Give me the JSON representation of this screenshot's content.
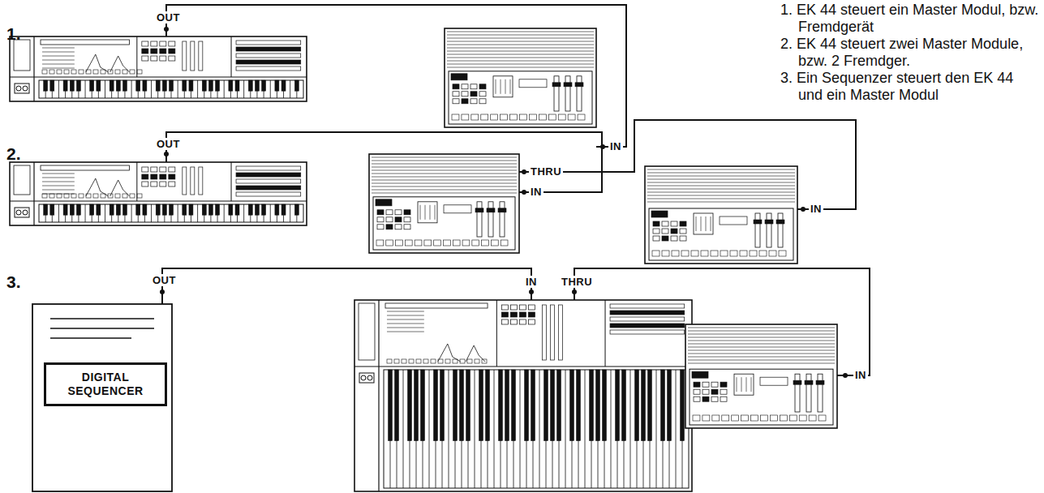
{
  "diagram": {
    "nodes": [
      {
        "text": [
          "OUT"
        ]
      },
      {
        "text": [
          "IN"
        ]
      },
      {
        "text": [
          "OUT"
        ]
      },
      {
        "text": [
          "THRU",
          "IN"
        ]
      },
      {
        "text": [
          "IN"
        ]
      },
      {
        "text": [
          "OUT"
        ]
      },
      {
        "text": [
          "DIGITAL SEQUENCER"
        ],
        "in": 5
      },
      {
        "text": [
          "IN",
          "THRU"
        ]
      },
      {
        "text": [
          "IN"
        ]
      }
    ],
    "edges": [
      {
        "from": 0,
        "to": 1,
        "arrow": "none"
      },
      {
        "from": 2,
        "to": 3,
        "arrow": "none"
      },
      {
        "from": 3,
        "to": 4,
        "arrow": "none"
      },
      {
        "from": 5,
        "to": 7,
        "arrow": "none"
      },
      {
        "from": 7,
        "to": 8,
        "arrow": "none"
      }
    ],
    "labels": [
      "1.",
      "2.",
      "3.",
      "1. EK 44 steuert ein Master Modul, bzw. Fremdgerät",
      "2. EK 44 steuert zwei Master Module, bzw. 2 Fremdger.",
      "3. Ein Sequenzer steuert den EK 44 und ein Master Modul"
    ]
  }
}
